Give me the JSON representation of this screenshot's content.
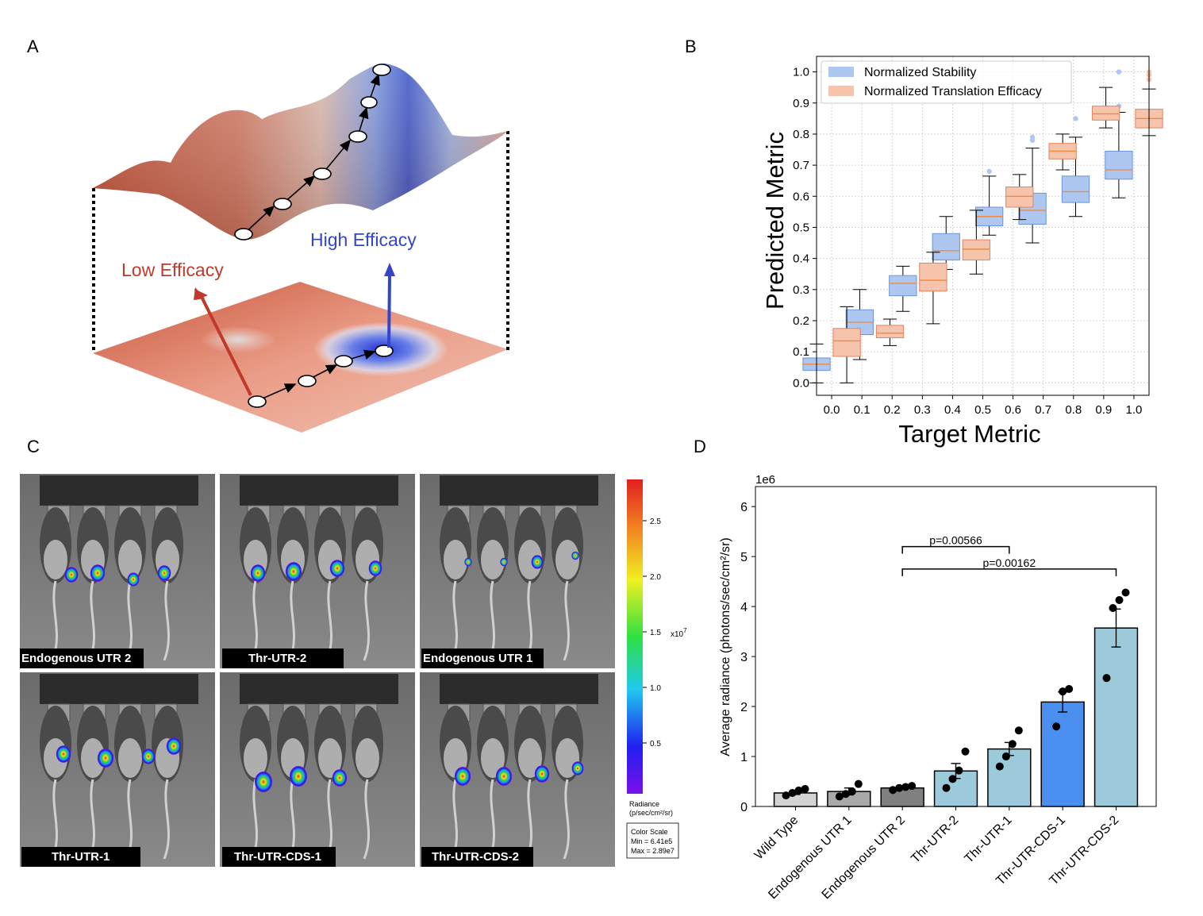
{
  "panel_labels": [
    "A",
    "B",
    "C",
    "D"
  ],
  "panelA": {
    "label_low": "Low Efficacy",
    "label_high": "High Efficacy",
    "colors": {
      "low": "#c0392b",
      "high": "#3346c8"
    }
  },
  "panelC": {
    "tiles": [
      {
        "label": "Endogenous UTR 2"
      },
      {
        "label": "Thr-UTR-2"
      },
      {
        "label": "Endogenous UTR 1"
      },
      {
        "label": "Thr-UTR-1"
      },
      {
        "label": "Thr-UTR-CDS-1"
      },
      {
        "label": "Thr-UTR-CDS-2"
      }
    ],
    "colorbar": {
      "ticks": [
        "2.5",
        "2.0",
        "1.5",
        "1.0",
        "0.5"
      ],
      "multiplier": "x10",
      "exponent": "7",
      "title_line1": "Radiance",
      "title_line2": "(p/sec/cm²/sr)",
      "scale_title": "Color Scale",
      "scale_min": "Min = 6.41e5",
      "scale_max": "Max = 2.89e7"
    }
  },
  "chart_data": [
    {
      "type": "box",
      "xlabel": "Target Metric",
      "ylabel": "Predicted Metric",
      "categories": [
        "0.0",
        "0.1",
        "0.2",
        "0.3",
        "0.4",
        "0.5",
        "0.6",
        "0.7",
        "0.8",
        "0.9",
        "1.0"
      ],
      "yticks": [
        "0.0",
        "0.1",
        "0.2",
        "0.3",
        "0.4",
        "0.5",
        "0.6",
        "0.7",
        "0.8",
        "0.9",
        "1.0"
      ],
      "ylim": [
        -0.04,
        1.05
      ],
      "grid": true,
      "legend_position": "top-left",
      "series": [
        {
          "name": "Normalized Stability",
          "color": "#aec7f0",
          "edge": "#6b93d6",
          "boxes": [
            {
              "x": 0.0,
              "min": 0.0,
              "q1": 0.04,
              "median": 0.06,
              "q3": 0.08,
              "max": 0.125,
              "outliers": []
            },
            {
              "x": 0.2,
              "min": 0.075,
              "q1": 0.155,
              "median": 0.195,
              "q3": 0.235,
              "max": 0.3,
              "outliers": []
            },
            {
              "x": 0.4,
              "min": 0.23,
              "q1": 0.28,
              "median": 0.32,
              "q3": 0.345,
              "max": 0.375,
              "outliers": []
            },
            {
              "x": 0.6,
              "min": 0.365,
              "q1": 0.395,
              "median": 0.425,
              "q3": 0.48,
              "max": 0.535,
              "outliers": []
            },
            {
              "x": 0.8,
              "min": 0.475,
              "q1": 0.505,
              "median": 0.535,
              "q3": 0.565,
              "max": 0.665,
              "outliers": [
                0.68
              ]
            },
            {
              "x": 1.0,
              "min": 0.45,
              "q1": 0.51,
              "median": 0.555,
              "q3": 0.61,
              "max": 0.755,
              "outliers": [
                0.78,
                0.79
              ]
            },
            {
              "x": 1.2,
              "min": 0.535,
              "q1": 0.58,
              "median": 0.615,
              "q3": 0.665,
              "max": 0.79,
              "outliers": [
                0.85
              ]
            },
            {
              "x": 1.4,
              "min": 0.595,
              "q1": 0.655,
              "median": 0.685,
              "q3": 0.745,
              "max": 0.87,
              "outliers": [
                0.89,
                1.0
              ]
            }
          ]
        },
        {
          "name": "Normalized Translation Efficacy",
          "color": "#f6c4ad",
          "edge": "#e0845f",
          "boxes": [
            {
              "x": 0.0,
              "min": 0.0,
              "q1": 0.085,
              "median": 0.135,
              "q3": 0.175,
              "max": 0.245,
              "outliers": []
            },
            {
              "x": 0.2,
              "min": 0.12,
              "q1": 0.145,
              "median": 0.16,
              "q3": 0.185,
              "max": 0.205,
              "outliers": []
            },
            {
              "x": 0.4,
              "min": 0.19,
              "q1": 0.295,
              "median": 0.33,
              "q3": 0.385,
              "max": 0.42,
              "outliers": []
            },
            {
              "x": 0.6,
              "min": 0.35,
              "q1": 0.395,
              "median": 0.43,
              "q3": 0.46,
              "max": 0.555,
              "outliers": []
            },
            {
              "x": 0.8,
              "min": 0.525,
              "q1": 0.565,
              "median": 0.6,
              "q3": 0.63,
              "max": 0.67,
              "outliers": []
            },
            {
              "x": 1.0,
              "min": 0.685,
              "q1": 0.72,
              "median": 0.745,
              "q3": 0.77,
              "max": 0.8,
              "outliers": []
            },
            {
              "x": 1.2,
              "min": 0.82,
              "q1": 0.845,
              "median": 0.865,
              "q3": 0.89,
              "max": 0.95,
              "outliers": []
            },
            {
              "x": 1.4,
              "min": 0.795,
              "q1": 0.82,
              "median": 0.85,
              "q3": 0.88,
              "max": 0.945,
              "outliers": [
                0.975,
                0.99,
                1.0
              ]
            }
          ]
        }
      ]
    },
    {
      "type": "bar",
      "ylabel": "Average radiance (photons/sec/cm²/sr)",
      "y_multiplier": "1e6",
      "ylim": [
        0,
        6.4
      ],
      "yticks": [
        "0",
        "1",
        "2",
        "3",
        "4",
        "5",
        "6"
      ],
      "categories": [
        "Wild Type",
        "Endogenous UTR 1",
        "Endogenous UTR 2",
        "Thr-UTR-2",
        "Thr-UTR-1",
        "Thr-UTR-CDS-1",
        "Thr-UTR-CDS-2"
      ],
      "values": [
        0.27,
        0.3,
        0.37,
        0.71,
        1.15,
        2.09,
        3.57
      ],
      "errors": [
        0.03,
        0.07,
        0.03,
        0.15,
        0.13,
        0.2,
        0.38
      ],
      "colors": [
        "#d3d3d3",
        "#a9a9a9",
        "#808080",
        "#9ccadb",
        "#9ccadb",
        "#4a8ef0",
        "#9ccadb"
      ],
      "points": [
        [
          0.22,
          0.27,
          0.32,
          0.35
        ],
        [
          0.2,
          0.25,
          0.3,
          0.45
        ],
        [
          0.33,
          0.37,
          0.39,
          0.41
        ],
        [
          0.37,
          0.55,
          0.72,
          1.1
        ],
        [
          0.8,
          1.0,
          1.25,
          1.52
        ],
        [
          1.6,
          2.3,
          2.35
        ],
        [
          2.57,
          3.97,
          4.13,
          4.28
        ]
      ],
      "significance": [
        {
          "from": 2,
          "to": 4,
          "label": "p=0.00566",
          "y": 5.2
        },
        {
          "from": 2,
          "to": 6,
          "label": "p=0.00162",
          "y": 4.75
        }
      ]
    }
  ]
}
